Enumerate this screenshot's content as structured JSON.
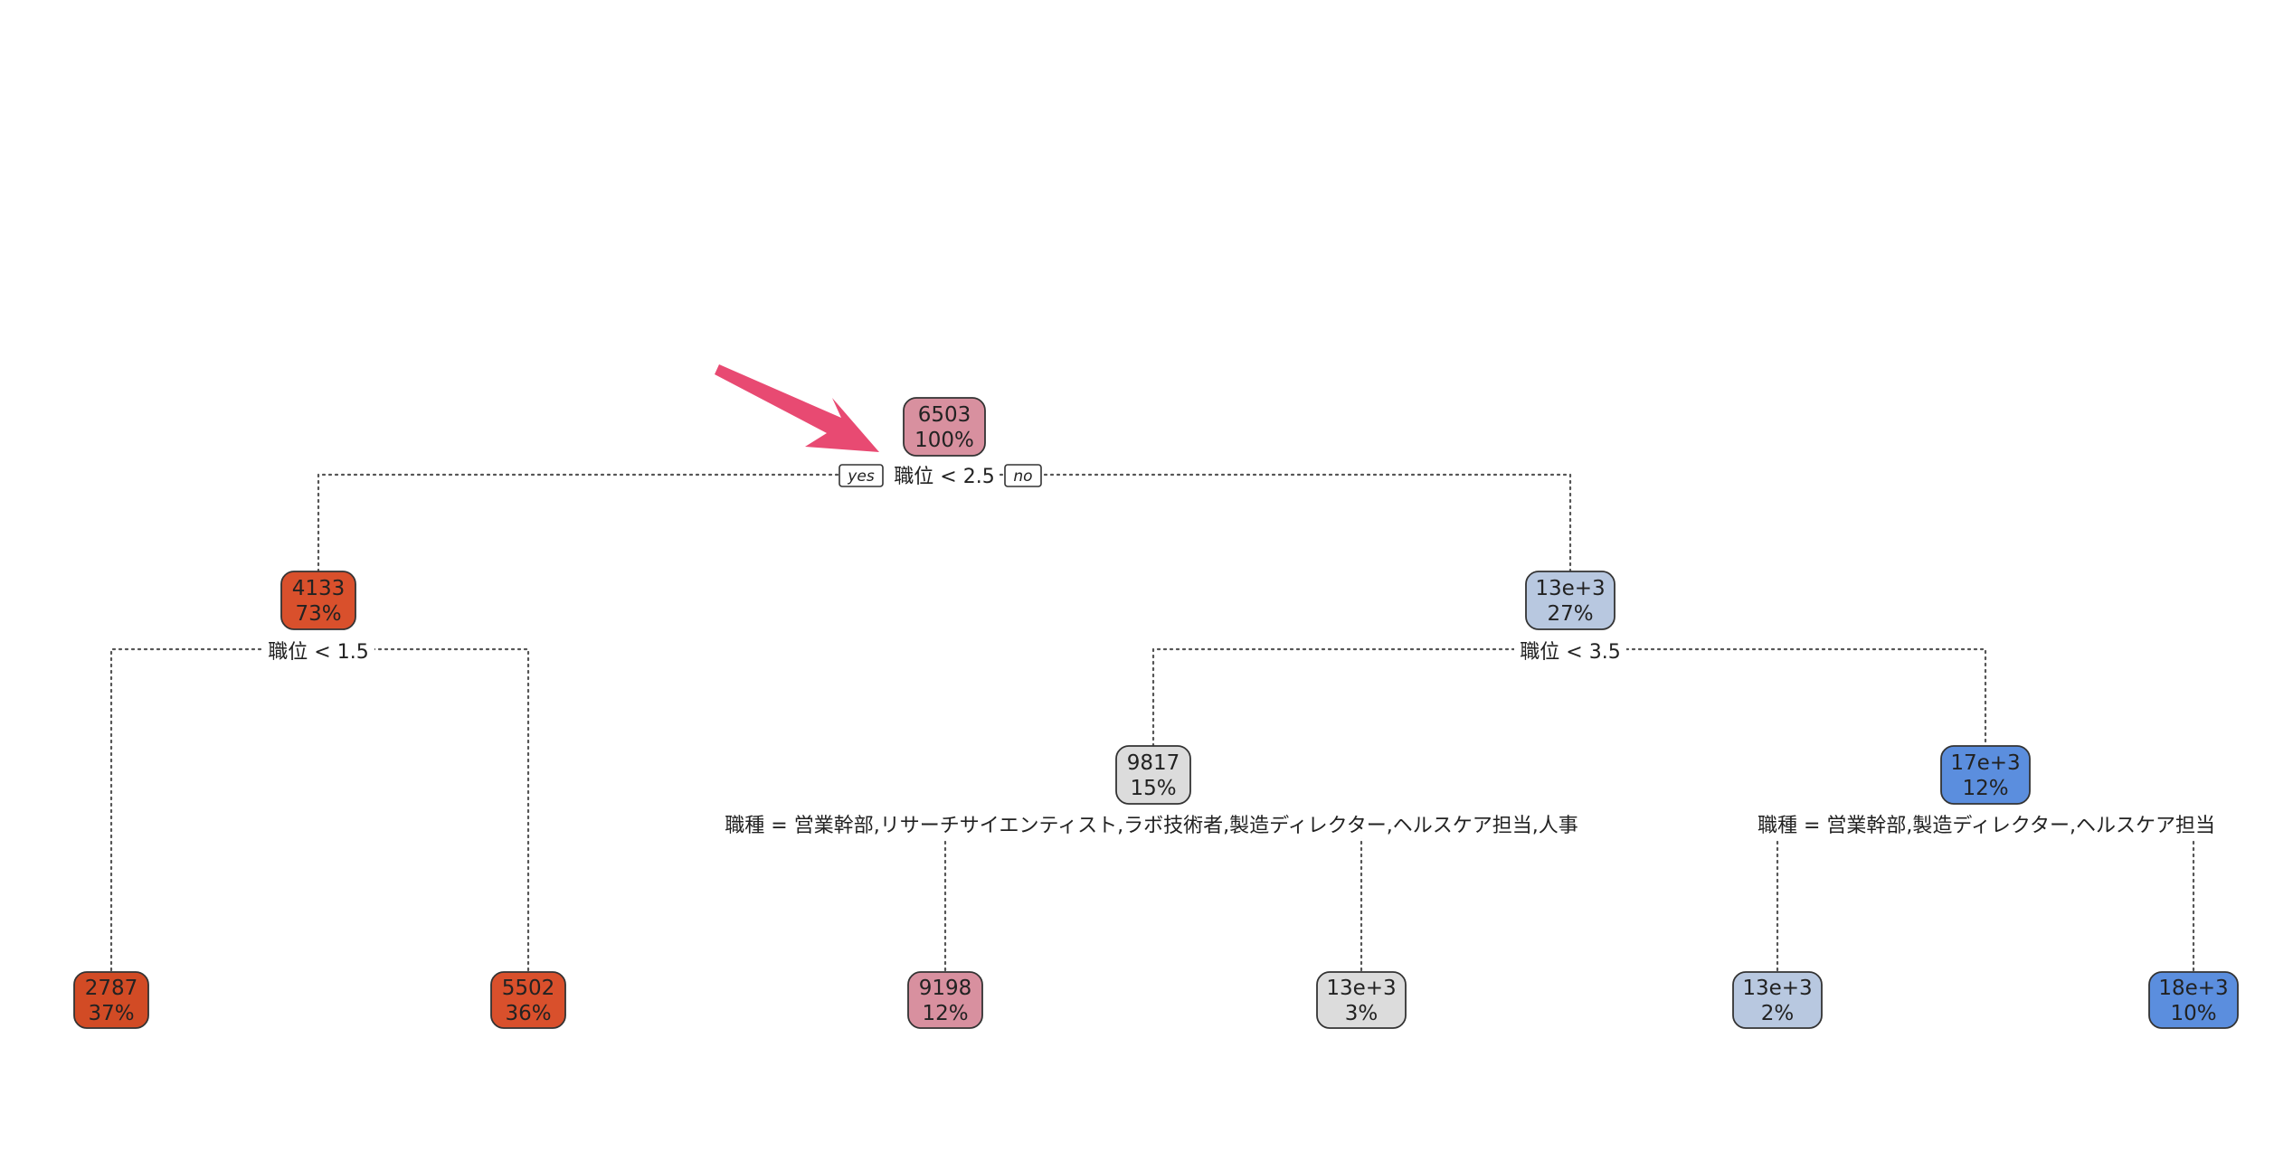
{
  "nodes": {
    "n1": {
      "value": "6503",
      "pct": "100%",
      "color": "#d8909f"
    },
    "n2": {
      "value": "4133",
      "pct": "73%",
      "color": "#d9502c"
    },
    "n3": {
      "value": "13e+3",
      "pct": "27%",
      "color": "#b8c8e0"
    },
    "n4": {
      "value": "2787",
      "pct": "37%",
      "color": "#d24b25"
    },
    "n5": {
      "value": "5502",
      "pct": "36%",
      "color": "#d9502c"
    },
    "n6": {
      "value": "9817",
      "pct": "15%",
      "color": "#dcdcdc"
    },
    "n7": {
      "value": "17e+3",
      "pct": "12%",
      "color": "#5b8ede"
    },
    "n12": {
      "value": "9198",
      "pct": "12%",
      "color": "#d8909f"
    },
    "n13": {
      "value": "13e+3",
      "pct": "3%",
      "color": "#dcdcdc"
    },
    "n14": {
      "value": "13e+3",
      "pct": "2%",
      "color": "#b8c8e0"
    },
    "n15": {
      "value": "18e+3",
      "pct": "10%",
      "color": "#5b8ede"
    }
  },
  "splits": {
    "root": "職位 < 2.5",
    "left": "職位 < 1.5",
    "right": "職位 < 3.5",
    "right_left": "職種 = 営業幹部,リサーチサイエンティスト,ラボ技術者,製造ディレクター,ヘルスケア担当,人事",
    "right_right": "職種 = 営業幹部,製造ディレクター,ヘルスケア担当"
  },
  "branch_labels": {
    "yes": "yes",
    "no": "no"
  },
  "annotation": {
    "arrow_color": "#e84a72"
  }
}
